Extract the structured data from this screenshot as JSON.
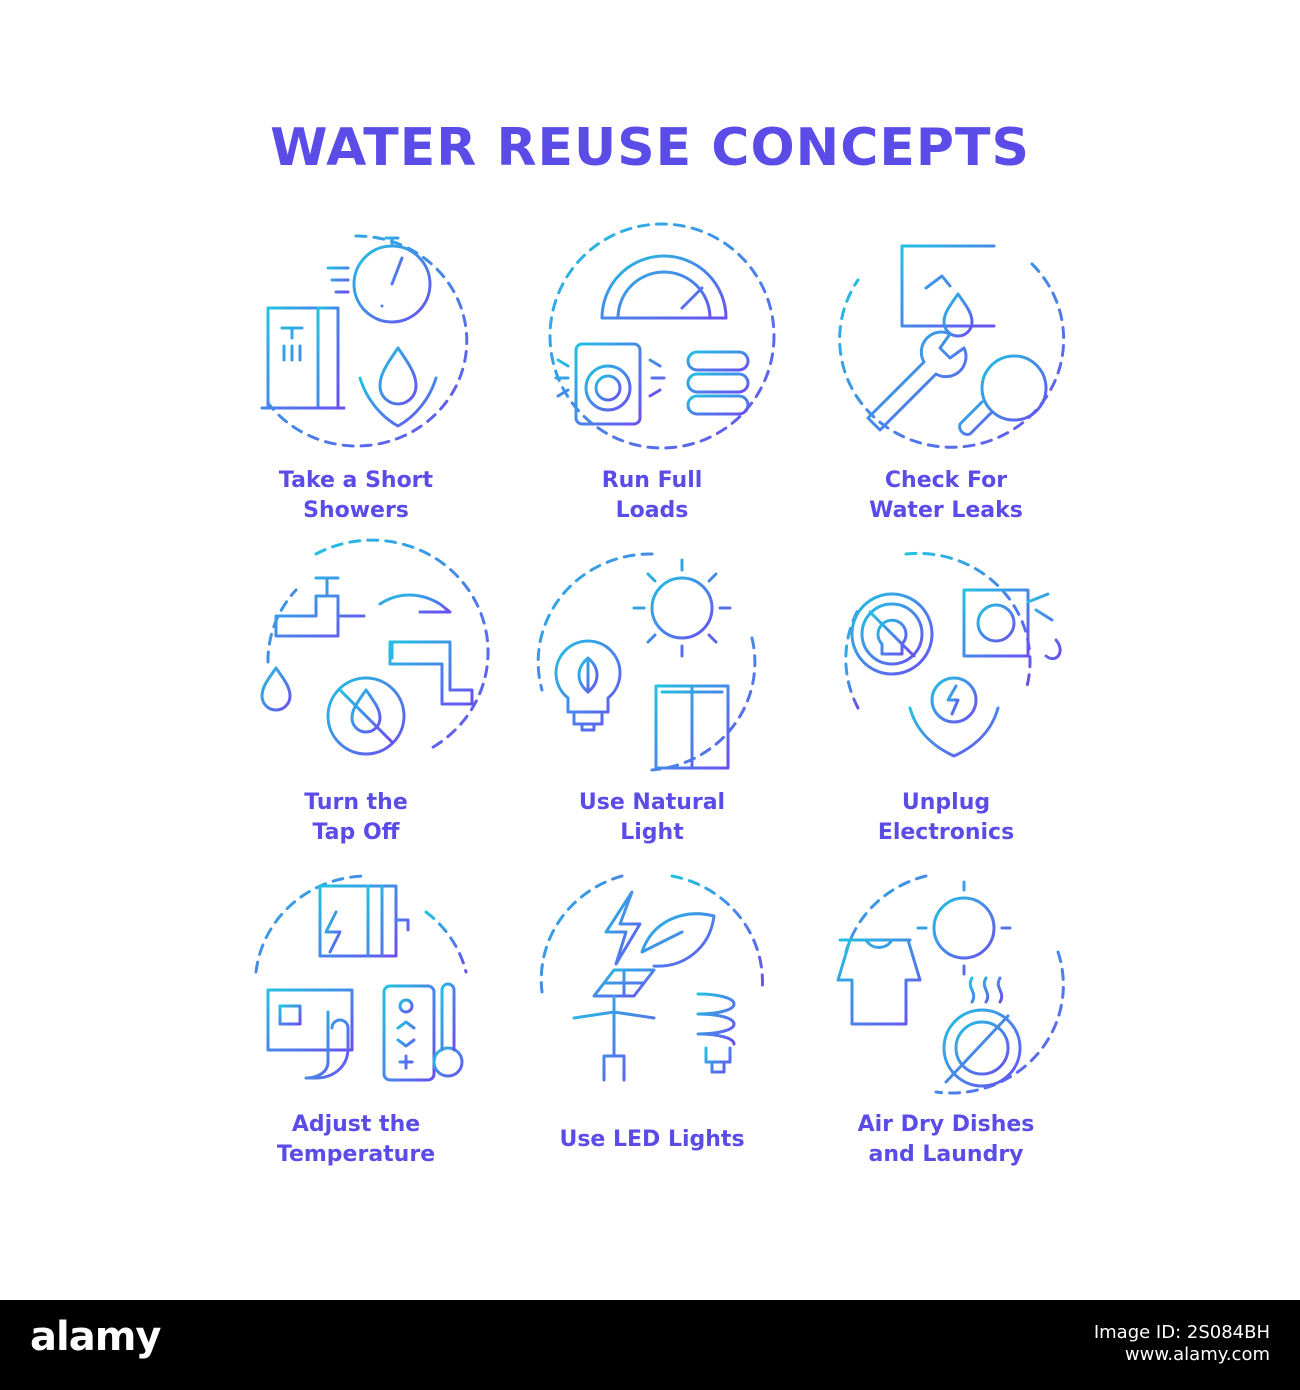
{
  "title": "WATER REUSE CONCEPTS",
  "colors": {
    "gradient_start": "#22c2e0",
    "gradient_end": "#6a4ff0",
    "title": "#5b4ce8",
    "footer_bg": "#000000"
  },
  "items": [
    {
      "line1": "Take a Short",
      "line2": "Showers",
      "icon": "shower-stopwatch-icon"
    },
    {
      "line1": "Run Full",
      "line2": "Loads",
      "icon": "washing-machine-icon"
    },
    {
      "line1": "Check For",
      "line2": "Water Leaks",
      "icon": "leak-wrench-magnifier-icon"
    },
    {
      "line1": "Turn the",
      "line2": "Tap Off",
      "icon": "tap-off-icon"
    },
    {
      "line1": "Use Natural",
      "line2": "Light",
      "icon": "sun-window-bulb-icon"
    },
    {
      "line1": "Unplug",
      "line2": "Electronics",
      "icon": "plug-socket-icon"
    },
    {
      "line1": "Adjust the",
      "line2": "Temperature",
      "icon": "thermostat-icon"
    },
    {
      "line1": "Use LED Lights",
      "line2": "",
      "icon": "led-solar-lamp-icon"
    },
    {
      "line1": "Air Dry Dishes",
      "line2": "and Laundry",
      "icon": "sun-dishes-laundry-icon"
    }
  ],
  "footer": {
    "brand": "alamy",
    "line1": "Image ID: 2S084BH",
    "line2": "www.alamy.com"
  }
}
